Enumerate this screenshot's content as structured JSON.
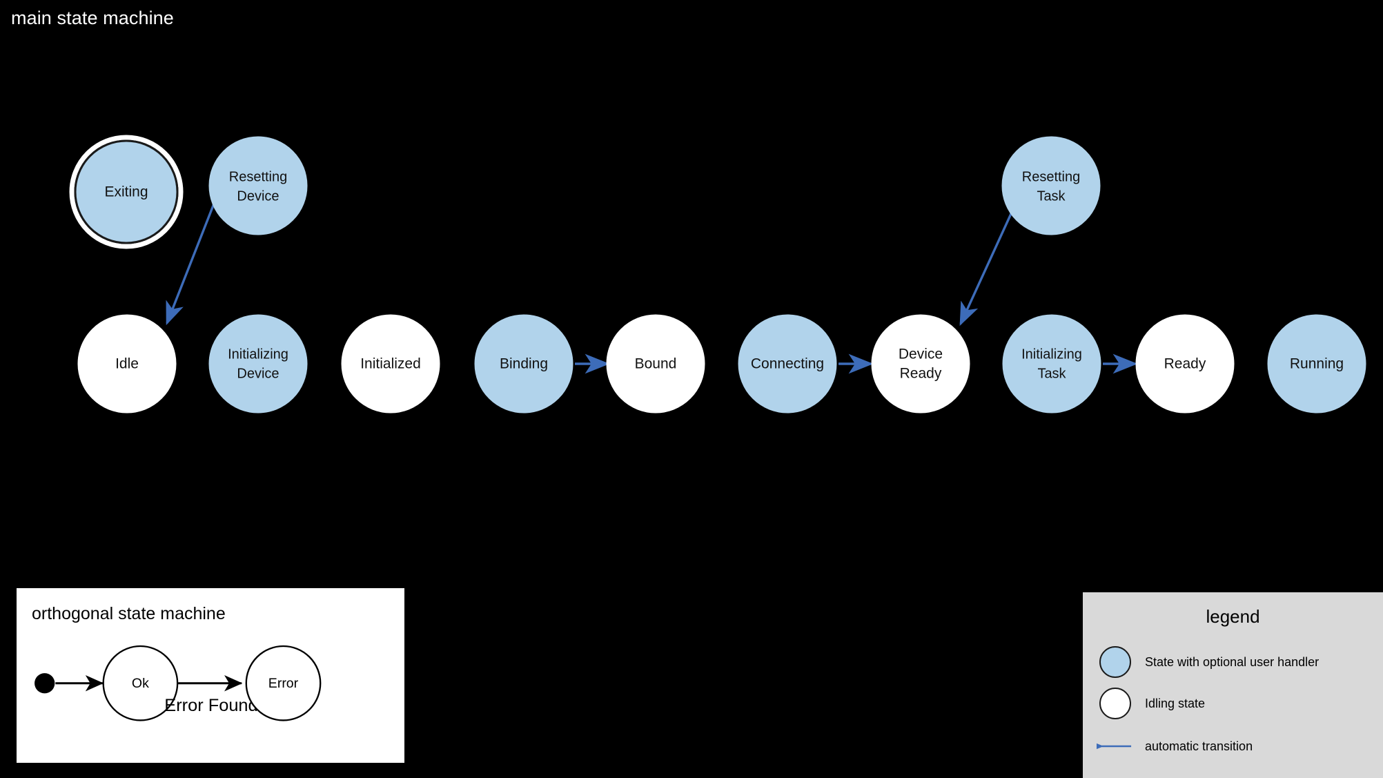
{
  "page": {
    "background": "#000000",
    "title": "main state machine"
  },
  "colors": {
    "handler_state_fill": "#b1d3eb",
    "idling_state_fill": "#ffffff",
    "state_stroke": "#1a1a1a",
    "transition_arrow": "#3d6cb9",
    "title_text": "#ffffff",
    "panel_white": "#ffffff",
    "legend_background": "#d9d9d9",
    "black": "#000000"
  },
  "main_machine": {
    "title": "main state machine",
    "states": [
      {
        "id": "exiting",
        "label_lines": [
          "Exiting"
        ],
        "kind": "handler",
        "final": true
      },
      {
        "id": "resetting-device",
        "label_lines": [
          "Resetting",
          "Device"
        ],
        "kind": "handler",
        "final": false
      },
      {
        "id": "resetting-task",
        "label_lines": [
          "Resetting",
          "Task"
        ],
        "kind": "handler",
        "final": false
      },
      {
        "id": "idle",
        "label_lines": [
          "Idle"
        ],
        "kind": "idling",
        "final": false
      },
      {
        "id": "initializing-device",
        "label_lines": [
          "Initializing",
          "Device"
        ],
        "kind": "handler",
        "final": false
      },
      {
        "id": "initialized",
        "label_lines": [
          "Initialized"
        ],
        "kind": "idling",
        "final": false
      },
      {
        "id": "binding",
        "label_lines": [
          "Binding"
        ],
        "kind": "handler",
        "final": false
      },
      {
        "id": "bound",
        "label_lines": [
          "Bound"
        ],
        "kind": "idling",
        "final": false
      },
      {
        "id": "connecting",
        "label_lines": [
          "Connecting"
        ],
        "kind": "handler",
        "final": false
      },
      {
        "id": "device-ready",
        "label_lines": [
          "Device",
          "Ready"
        ],
        "kind": "idling",
        "final": false
      },
      {
        "id": "initializing-task",
        "label_lines": [
          "Initializing",
          "Task"
        ],
        "kind": "handler",
        "final": false
      },
      {
        "id": "ready",
        "label_lines": [
          "Ready"
        ],
        "kind": "idling",
        "final": false
      },
      {
        "id": "running",
        "label_lines": [
          "Running"
        ],
        "kind": "handler",
        "final": false
      }
    ],
    "transitions": [
      {
        "from": "resetting-device",
        "to": "idle",
        "label": ""
      },
      {
        "from": "binding",
        "to": "bound",
        "label": ""
      },
      {
        "from": "connecting",
        "to": "device-ready",
        "label": ""
      },
      {
        "from": "resetting-task",
        "to": "device-ready",
        "label": ""
      },
      {
        "from": "initializing-task",
        "to": "ready",
        "label": ""
      }
    ],
    "labels": {
      "exiting": "Exiting",
      "resetting_device_line1": "Resetting",
      "resetting_device_line2": "Device",
      "resetting_task_line1": "Resetting",
      "resetting_task_line2": "Task",
      "idle": "Idle",
      "initializing_device_line1": "Initializing",
      "initializing_device_line2": "Device",
      "initialized": "Initialized",
      "binding": "Binding",
      "bound": "Bound",
      "connecting": "Connecting",
      "device_ready_line1": "Device",
      "device_ready_line2": "Ready",
      "initializing_task_line1": "Initializing",
      "initializing_task_line2": "Task",
      "ready": "Ready",
      "running": "Running"
    }
  },
  "orthogonal_machine": {
    "title": "orthogonal state machine",
    "states": [
      {
        "id": "ok",
        "label": "Ok"
      },
      {
        "id": "error",
        "label": "Error"
      }
    ],
    "initial_marker": "filled-dot",
    "transitions": [
      {
        "from": "initial",
        "to": "ok",
        "label": ""
      },
      {
        "from": "ok",
        "to": "error",
        "label": "Error Found"
      }
    ],
    "labels": {
      "ok": "Ok",
      "error": "Error",
      "error_found": "Error Found"
    }
  },
  "legend": {
    "title": "legend",
    "items": [
      {
        "swatch": "circle-blue",
        "label": "State with optional user handler"
      },
      {
        "swatch": "circle-white",
        "label": "Idling state"
      },
      {
        "swatch": "arrow-left",
        "label": "automatic transition"
      }
    ]
  }
}
